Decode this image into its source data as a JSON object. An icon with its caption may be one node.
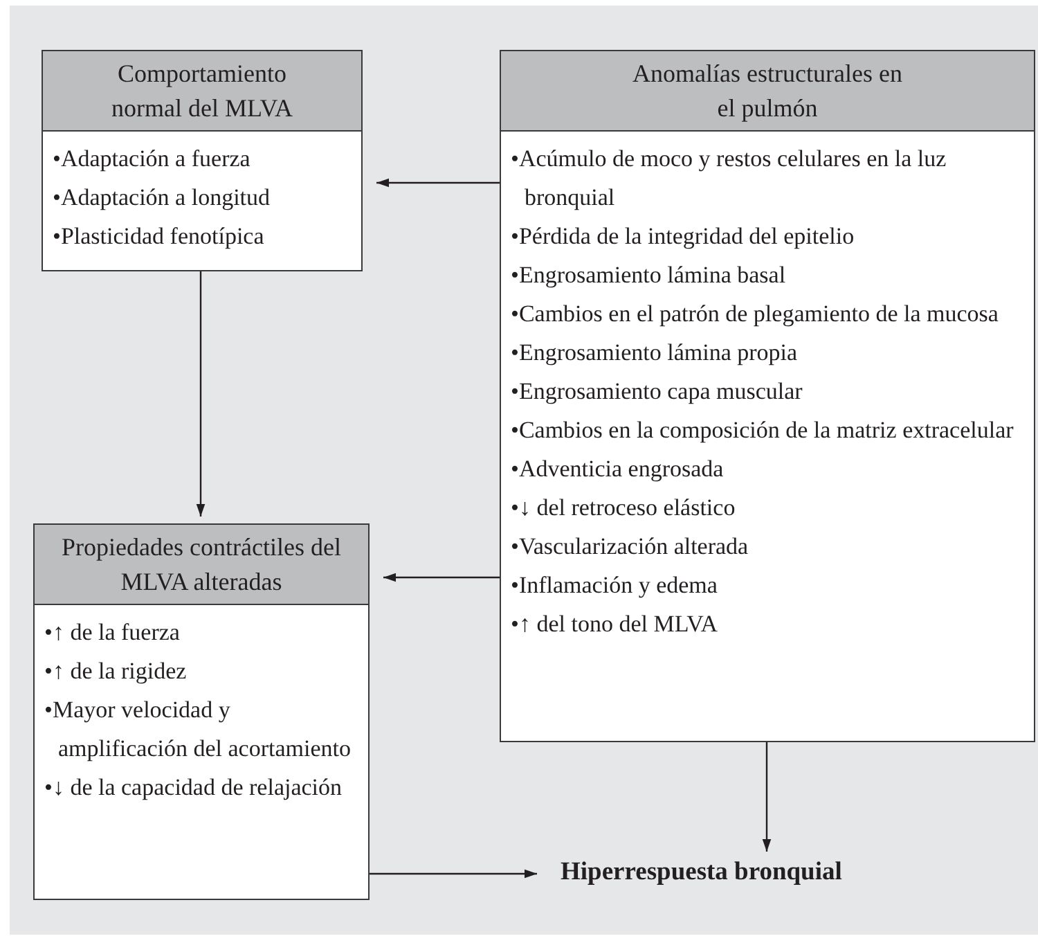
{
  "diagram": {
    "nodes": [
      {
        "text": [
          "Comportamiento normal del MLVA",
          "•Adaptación a fuerza",
          "•Adaptación a longitud",
          "•Plasticidad fenotípica"
        ]
      },
      {
        "text": [
          "Anomalías estructurales en el pulmón",
          "•Acúmulo de moco y restos celulares en la luz bronquial",
          "•Pérdida de la integridad del epitelio",
          "•Engrosamiento lámina basal",
          "•Cambios en el patrón de plegamiento de la mucosa",
          "•Engrosamiento lámina propia",
          "•Engrosamiento capa muscular",
          "•Cambios en la composición de la matriz extracelular",
          "•Adventicia engrosada",
          "•↓ del retroceso elástico",
          "•Vascularización alterada",
          "•Inflamación y edema",
          "•↑ del tono del MLVA"
        ]
      },
      {
        "text": [
          "Propiedades contráctiles del MLVA alteradas",
          "•↑ de la fuerza",
          "•↑ de la rigidez",
          "•Mayor velocidad y amplificación del acortamiento",
          "•↓ de la capacidad de relajación"
        ]
      },
      {
        "text": [
          "Hiperrespuesta bronquial"
        ]
      }
    ],
    "edges": [
      {
        "from": 1,
        "to": 0,
        "arrow": "to"
      },
      {
        "from": 0,
        "to": 2,
        "arrow": "to"
      },
      {
        "from": 1,
        "to": 2,
        "arrow": "to"
      },
      {
        "from": 1,
        "to": 3,
        "arrow": "to"
      },
      {
        "from": 2,
        "to": 3,
        "arrow": "to"
      }
    ]
  }
}
